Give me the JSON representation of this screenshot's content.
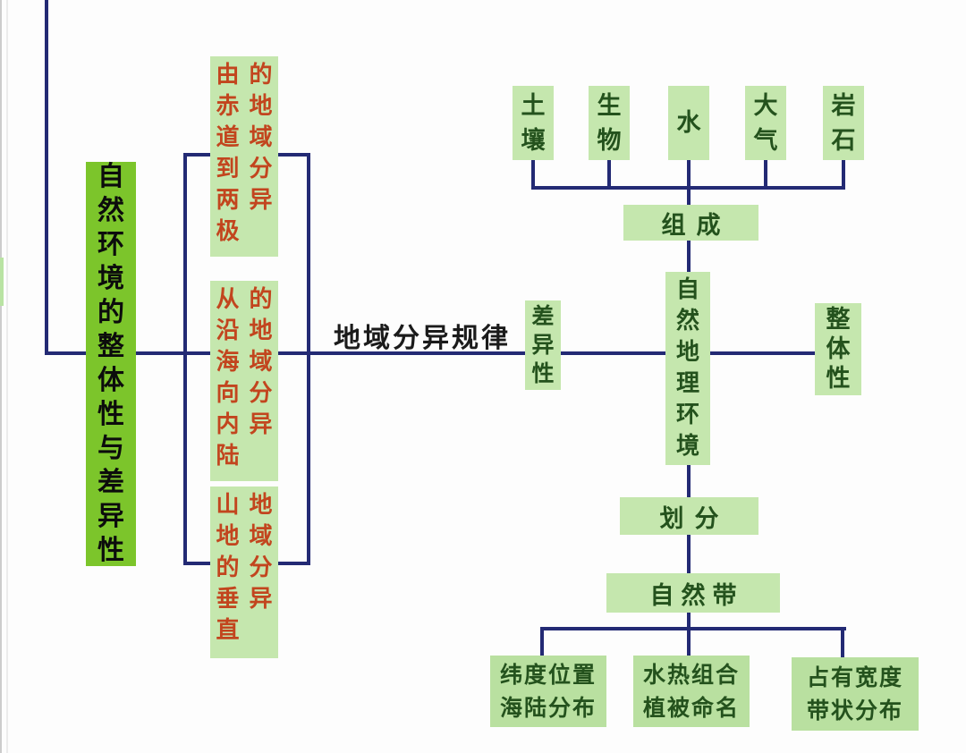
{
  "root": {
    "label": "自然环境的整体性与差异性"
  },
  "rule_label": "地域分异规律",
  "branches": [
    {
      "col1": "由赤道到两极",
      "col2": "的地域分异"
    },
    {
      "col1": "从沿海向内陆",
      "col2": "的地域分异"
    },
    {
      "col1": "山地的垂直",
      "col2": "地域分异"
    }
  ],
  "nodes": {
    "differentiation": "差异性",
    "integrity": "整体性",
    "environment": "自然地理环境",
    "compose": "组成",
    "divide": "划分",
    "natural_belt": "自然带"
  },
  "components": [
    "土壤",
    "生物",
    "水",
    "大气",
    "岩石"
  ],
  "belt_features": [
    {
      "line1": "纬度位置",
      "line2": "海陆分布"
    },
    {
      "line1": "水热组合",
      "line2": "植被命名"
    },
    {
      "line1": "占有宽度",
      "line2": "带状分布"
    }
  ],
  "colors": {
    "line-navy": "#232a74",
    "root-green": "#7cc52b",
    "box-green": "#c5e7ae",
    "box-green-deep": "#b9e0a0",
    "text-dark-green": "#24521d",
    "text-red": "#c2451e"
  }
}
